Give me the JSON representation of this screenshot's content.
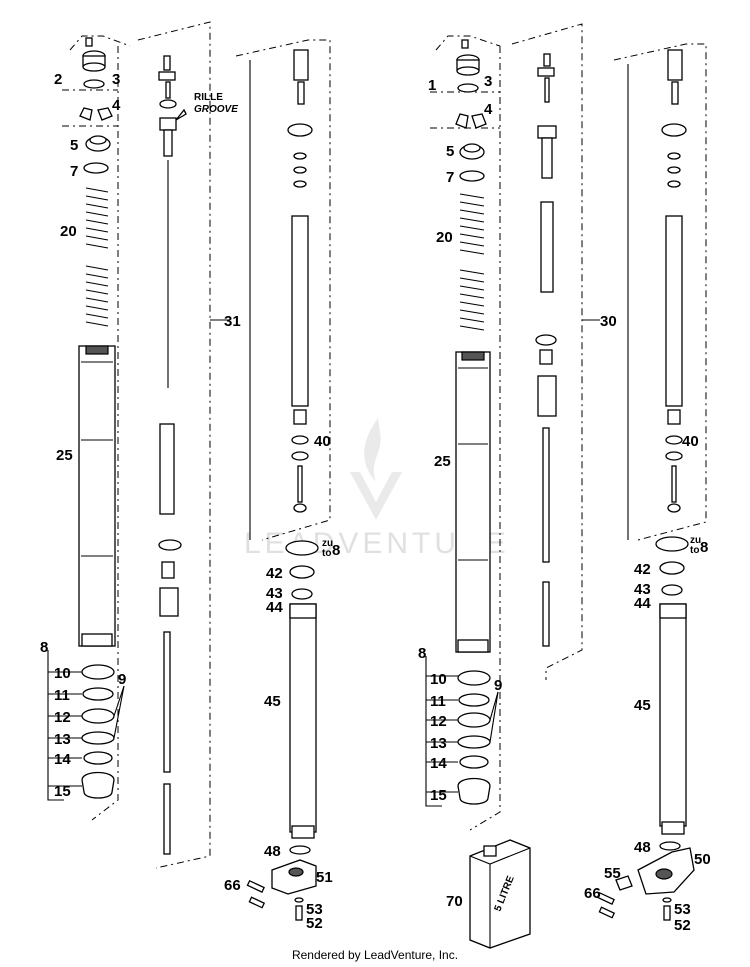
{
  "labels": {
    "left": {
      "p2": "2",
      "p3": "3",
      "p4": "4",
      "p5": "5",
      "p7": "7",
      "p20": "20",
      "p25": "25",
      "p8": "8",
      "p10": "10",
      "p11": "11",
      "p12": "12",
      "p9": "9",
      "p13": "13",
      "p14": "14",
      "p15": "15",
      "p31": "31",
      "p40": "40",
      "p8b": "8",
      "p42": "42",
      "p43": "43",
      "p44": "44",
      "p45": "45",
      "p48": "48",
      "p51": "51",
      "p66": "66",
      "p53": "53",
      "p52": "52"
    },
    "right": {
      "p1": "1",
      "p3": "3",
      "p4": "4",
      "p5": "5",
      "p7": "7",
      "p20": "20",
      "p25": "25",
      "p8": "8",
      "p10": "10",
      "p11": "11",
      "p12": "12",
      "p9": "9",
      "p13": "13",
      "p14": "14",
      "p15": "15",
      "p30": "30",
      "p40": "40",
      "p8b": "8",
      "p42": "42",
      "p43": "43",
      "p44": "44",
      "p45": "45",
      "p48": "48",
      "p50": "50",
      "p55": "55",
      "p66": "66",
      "p53": "53",
      "p52": "52",
      "p70": "70"
    }
  },
  "annotations": {
    "rille": "RILLE",
    "groove": "GROOVE",
    "zu": "zu",
    "to": "to",
    "can_text": "5 LITRE"
  },
  "watermark": "LEADVENTURE",
  "credit": "Rendered by LeadVenture, Inc."
}
